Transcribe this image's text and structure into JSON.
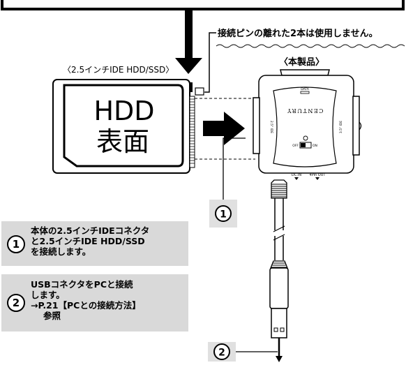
{
  "caution_text": "接続ピンの離れた2本は使用しません。",
  "hdd_label": "〈2.5インチIDE HDD/SSD〉",
  "hdd_surface": [
    "HDD",
    "表面"
  ],
  "product_label": "〈本製品〉",
  "device": {
    "brand": "CENTURY",
    "data_label": "DATA",
    "left_port_label": "2.5\" IDE",
    "right_port_label": "3.5\" IDE",
    "switch_off": "OFF",
    "switch_on": "ON",
    "dc_in": "DC.IN",
    "out_4pin": "4Pin OUT"
  },
  "callouts": [
    "1",
    "2"
  ],
  "steps": [
    {
      "number": "1",
      "lines": [
        "本体の2.5インチIDEコネクタ",
        "と2.5インチIDE HDD/SSD",
        "を接続します。"
      ]
    },
    {
      "number": "2",
      "lines": [
        "USBコネクタをPCと接続",
        "します。",
        "→P.21【PCとの接続方法】",
        "参照"
      ]
    }
  ]
}
